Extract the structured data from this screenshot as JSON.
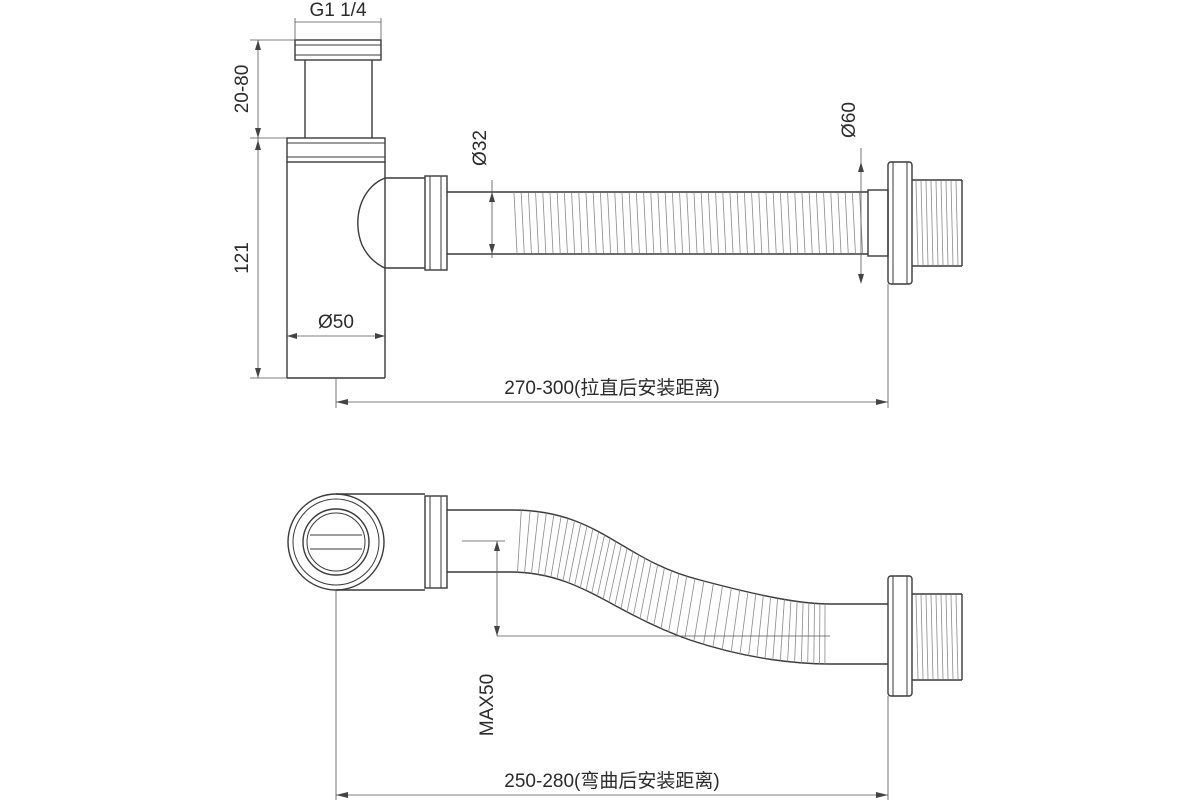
{
  "drawing": {
    "labels": {
      "thread": "G1 1/4",
      "tail_height": "20-80",
      "body_height": "121",
      "body_diameter": "Ø50",
      "pipe_diameter": "Ø32",
      "flange_diameter": "Ø60",
      "straight_length": "270-300(拉直后安装距离)",
      "bend_offset": "MAX50",
      "bent_length": "250-280(弯曲后安装距离)"
    },
    "colors": {
      "line": "#3a3a3a",
      "background": "#ffffff"
    }
  }
}
